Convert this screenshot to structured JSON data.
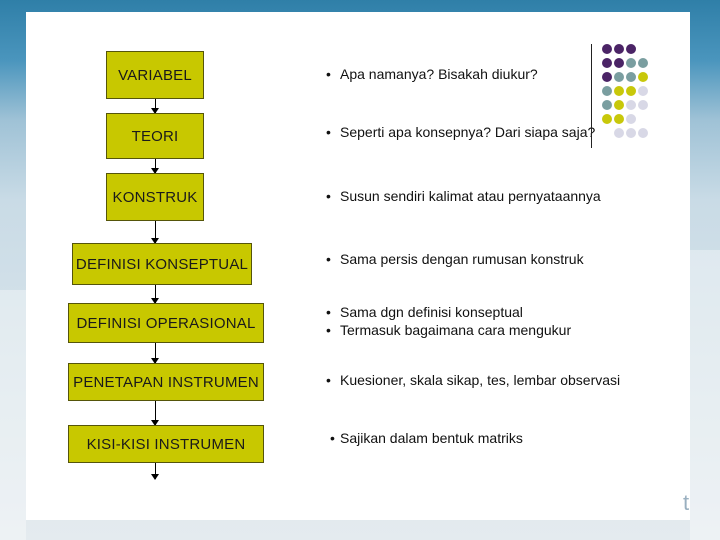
{
  "flow": {
    "boxes": [
      "VARIABEL",
      "TEORI",
      "KONSTRUK",
      "DEFINISI KONSEPTUAL",
      "DEFINISI OPERASIONAL",
      "PENETAPAN INSTRUMEN",
      "KISI-KISI INSTRUMEN"
    ]
  },
  "notes": [
    [
      "Apa namanya?  Bisakah diukur?"
    ],
    [
      "Seperti apa konsepnya?  Dari siapa saja?"
    ],
    [
      "Susun sendiri kalimat atau pernyataannya"
    ],
    [
      "Sama persis dengan rumusan konstruk"
    ],
    [
      "Sama dgn definisi konseptual",
      "Termasuk bagaimana cara mengukur"
    ],
    [
      "Kuesioner, skala sikap, tes, lembar observasi"
    ],
    [
      "Sajikan dalam bentuk matriks"
    ]
  ],
  "bullet_symbol": "•",
  "corner_glyph": "t",
  "colors": {
    "box_fill": "#c8c800",
    "dot_purple": "#4b2466",
    "dot_teal": "#7a9ea0",
    "dot_olive": "#c8c80a",
    "dot_light": "#d8d8e6"
  }
}
